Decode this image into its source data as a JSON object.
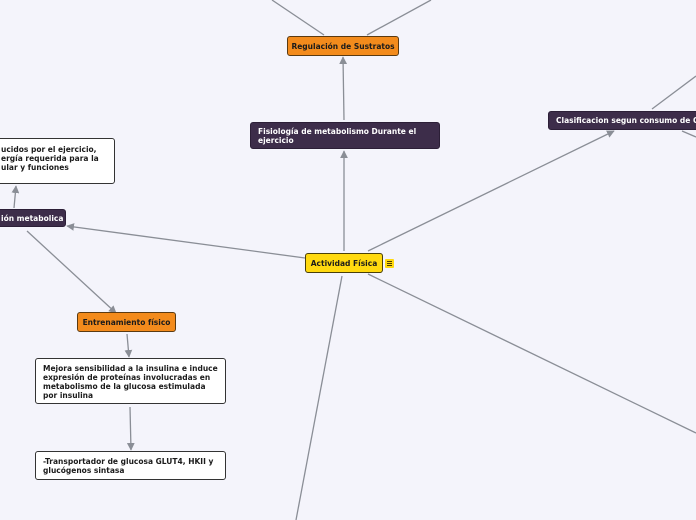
{
  "colors": {
    "background": "#f4f4fb",
    "connector": "#8a8e96",
    "central_fill": "#ffd90f",
    "main_topic_fill": "#3d2d4a",
    "accent_topic_fill": "#f38b1c",
    "detail_fill": "#ffffff"
  },
  "icons": {
    "central_note": "note-lines-icon"
  },
  "nodes": {
    "central": "Actividad Física",
    "regulacion": "Regulación de Sustratos",
    "fisiologia": "Fisiología de metabolismo Durante el ejercicio",
    "clasificacion": "Clasificacion segun consumo de Oxi",
    "metabolica": "ión metabolica",
    "inducidos": "ucidos por el ejercicio, ergía requerida para la ular y funciones",
    "entrenamiento": "Entrenamiento físico",
    "sensibilidad": "Mejora sensibilidad a la insulina e induce expresión de proteínas involucradas en metabolismo de la glucosa estimulada por insulina",
    "transportador": "-Transportador de glucosa GLUT4, HKII y glucógenos sintasa"
  }
}
